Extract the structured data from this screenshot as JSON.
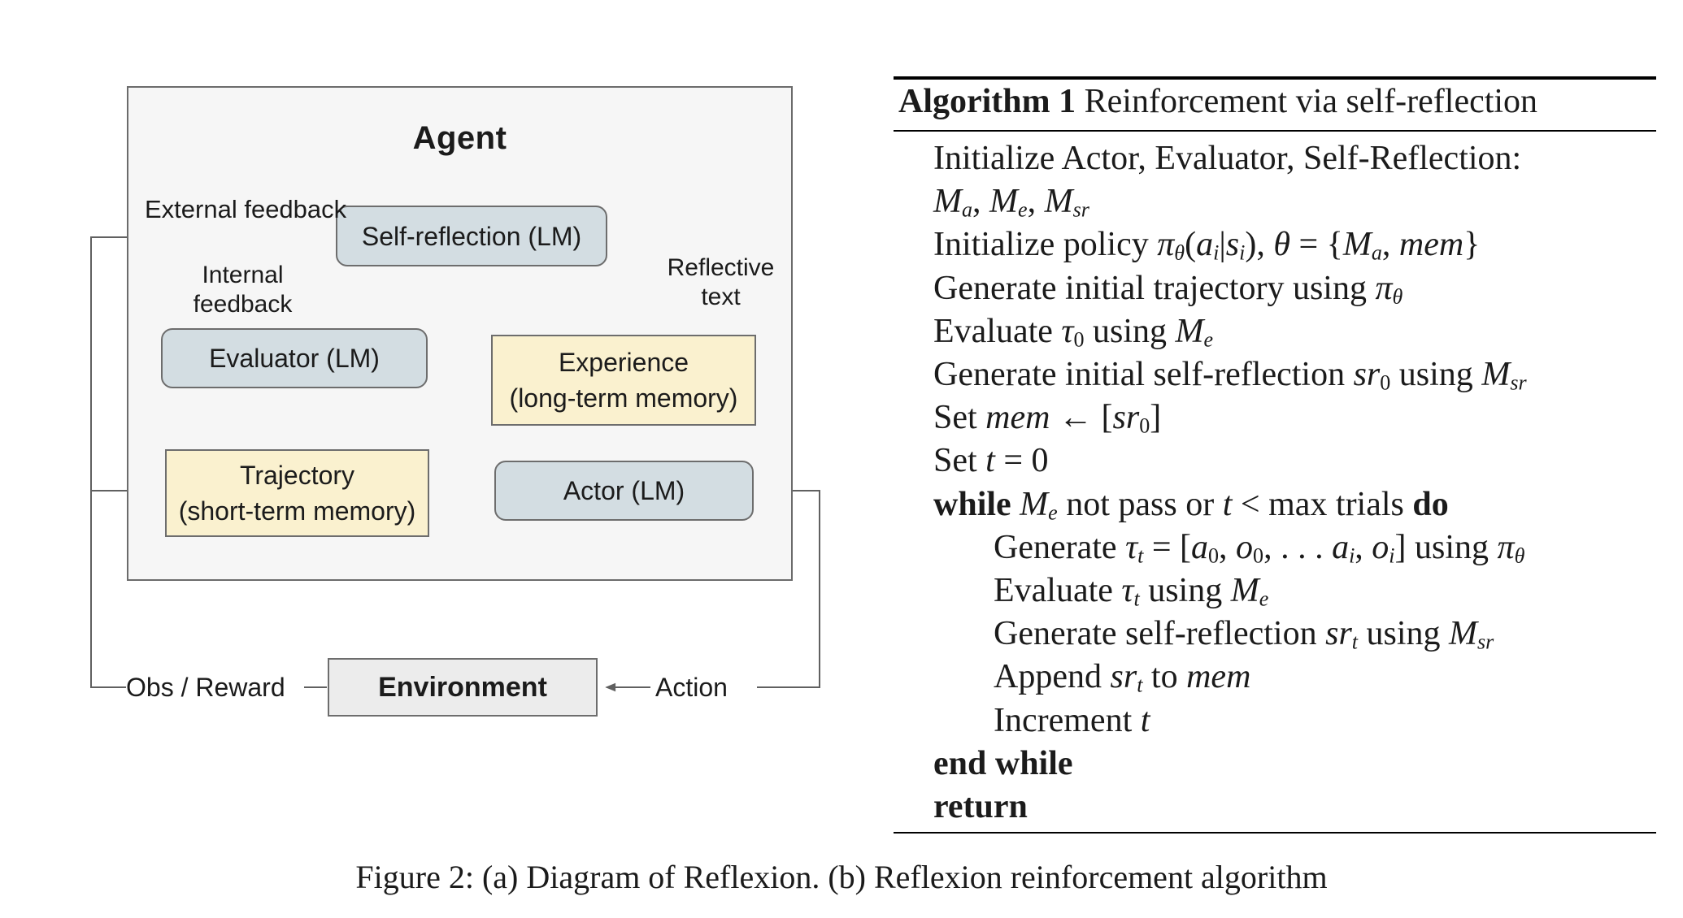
{
  "page": {
    "caption": "Figure 2: (a) Diagram of Reflexion. (b) Reflexion reinforcement algorithm"
  },
  "diagram": {
    "agent_label": "Agent",
    "boxes": {
      "self_reflection": {
        "label": "Self-reflection (LM)"
      },
      "evaluator": {
        "label": "Evaluator (LM)"
      },
      "experience": {
        "label": "Experience",
        "sublabel": "(long-term memory)"
      },
      "trajectory": {
        "label": "Trajectory",
        "sublabel": "(short-term memory)"
      },
      "actor": {
        "label": "Actor (LM)"
      },
      "environment": {
        "label": "Environment"
      }
    },
    "labels": {
      "external_feedback": "External feedback",
      "internal_feedback_line1": "Internal",
      "internal_feedback_line2": "feedback",
      "reflective_line1": "Reflective",
      "reflective_line2": "text",
      "obs_reward": "Obs / Reward",
      "action": "Action"
    },
    "colors": {
      "lm_box_fill": "#d3dde2",
      "memory_box_fill": "#faf1cf",
      "agent_fill": "#f6f6f6",
      "environment_fill": "#ececec",
      "border": "#6b6b6b",
      "connector_line": "#606060",
      "text": "#1b1b1b"
    }
  },
  "algorithm": {
    "title_bold": "Algorithm 1",
    "title_rest": " Reinforcement via self-reflection",
    "lines": [
      {
        "indent": 0,
        "segs": [
          [
            "Initialize Actor, Evaluator, Self-Reflection:",
            "p"
          ]
        ]
      },
      {
        "indent": 0,
        "segs": [
          [
            "M",
            "i"
          ],
          [
            "a",
            "is"
          ],
          [
            ", ",
            "p"
          ],
          [
            "M",
            "i"
          ],
          [
            "e",
            "is"
          ],
          [
            ", ",
            "p"
          ],
          [
            "M",
            "i"
          ],
          [
            "sr",
            "is"
          ]
        ]
      },
      {
        "indent": 0,
        "segs": [
          [
            "Initialize policy ",
            "p"
          ],
          [
            "π",
            "i"
          ],
          [
            "θ",
            "is"
          ],
          [
            "(",
            "p"
          ],
          [
            "a",
            "i"
          ],
          [
            "i",
            "is"
          ],
          [
            "|",
            "p"
          ],
          [
            "s",
            "i"
          ],
          [
            "i",
            "is"
          ],
          [
            "), ",
            "p"
          ],
          [
            "θ",
            "i"
          ],
          [
            " = {",
            "p"
          ],
          [
            "M",
            "i"
          ],
          [
            "a",
            "is"
          ],
          [
            ", ",
            "p"
          ],
          [
            "mem",
            "i"
          ],
          [
            "}",
            "p"
          ]
        ]
      },
      {
        "indent": 0,
        "segs": [
          [
            "Generate initial trajectory using ",
            "p"
          ],
          [
            "π",
            "i"
          ],
          [
            "θ",
            "is"
          ]
        ]
      },
      {
        "indent": 0,
        "segs": [
          [
            "Evaluate ",
            "p"
          ],
          [
            "τ",
            "i"
          ],
          [
            "0",
            "s"
          ],
          [
            " using ",
            "p"
          ],
          [
            "M",
            "i"
          ],
          [
            "e",
            "is"
          ]
        ]
      },
      {
        "indent": 0,
        "segs": [
          [
            "Generate initial self-reflection ",
            "p"
          ],
          [
            "sr",
            "i"
          ],
          [
            "0",
            "s"
          ],
          [
            " using ",
            "p"
          ],
          [
            "M",
            "i"
          ],
          [
            "sr",
            "is"
          ]
        ]
      },
      {
        "indent": 0,
        "segs": [
          [
            "Set ",
            "p"
          ],
          [
            "mem",
            "i"
          ],
          [
            " ← [",
            "p"
          ],
          [
            "sr",
            "i"
          ],
          [
            "0",
            "s"
          ],
          [
            "]",
            "p"
          ]
        ]
      },
      {
        "indent": 0,
        "segs": [
          [
            "Set ",
            "p"
          ],
          [
            "t",
            "i"
          ],
          [
            " = 0",
            "p"
          ]
        ]
      },
      {
        "indent": 0,
        "segs": [
          [
            "while ",
            "b"
          ],
          [
            "M",
            "i"
          ],
          [
            "e",
            "is"
          ],
          [
            " not pass or ",
            "p"
          ],
          [
            "t",
            "i"
          ],
          [
            " < max trials ",
            "p"
          ],
          [
            "do",
            "b"
          ]
        ]
      },
      {
        "indent": 1,
        "segs": [
          [
            "Generate ",
            "p"
          ],
          [
            "τ",
            "i"
          ],
          [
            "t",
            "is"
          ],
          [
            " = [",
            "p"
          ],
          [
            "a",
            "i"
          ],
          [
            "0",
            "s"
          ],
          [
            ", ",
            "p"
          ],
          [
            "o",
            "i"
          ],
          [
            "0",
            "s"
          ],
          [
            ", . . . ",
            "p"
          ],
          [
            "a",
            "i"
          ],
          [
            "i",
            "is"
          ],
          [
            ", ",
            "p"
          ],
          [
            "o",
            "i"
          ],
          [
            "i",
            "is"
          ],
          [
            "] using ",
            "p"
          ],
          [
            "π",
            "i"
          ],
          [
            "θ",
            "is"
          ]
        ]
      },
      {
        "indent": 1,
        "segs": [
          [
            "Evaluate ",
            "p"
          ],
          [
            "τ",
            "i"
          ],
          [
            "t",
            "is"
          ],
          [
            " using ",
            "p"
          ],
          [
            "M",
            "i"
          ],
          [
            "e",
            "is"
          ]
        ]
      },
      {
        "indent": 1,
        "segs": [
          [
            "Generate self-reflection ",
            "p"
          ],
          [
            "sr",
            "i"
          ],
          [
            "t",
            "is"
          ],
          [
            " using ",
            "p"
          ],
          [
            "M",
            "i"
          ],
          [
            "sr",
            "is"
          ]
        ]
      },
      {
        "indent": 1,
        "segs": [
          [
            "Append ",
            "p"
          ],
          [
            "sr",
            "i"
          ],
          [
            "t",
            "is"
          ],
          [
            " to ",
            "p"
          ],
          [
            "mem",
            "i"
          ]
        ]
      },
      {
        "indent": 1,
        "segs": [
          [
            "Increment ",
            "p"
          ],
          [
            "t",
            "i"
          ]
        ]
      },
      {
        "indent": 0,
        "segs": [
          [
            "end while",
            "b"
          ]
        ]
      },
      {
        "indent": 0,
        "segs": [
          [
            "return",
            "b"
          ]
        ]
      }
    ]
  }
}
